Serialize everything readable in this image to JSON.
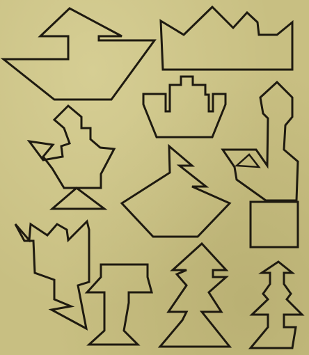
{
  "figures": [
    {
      "name": "boat-shape"
    },
    {
      "name": "crown-shape"
    },
    {
      "name": "castle-shape"
    },
    {
      "name": "bird-shape"
    },
    {
      "name": "tree-on-triangle-shape"
    },
    {
      "name": "house-shape"
    },
    {
      "name": "square-shape"
    },
    {
      "name": "cat-shape"
    },
    {
      "name": "lamp-shape"
    },
    {
      "name": "pine-tree-shape"
    },
    {
      "name": "figure-shape"
    }
  ],
  "colors": {
    "paper": "#c8bf82",
    "ink": "#1e1a10"
  }
}
